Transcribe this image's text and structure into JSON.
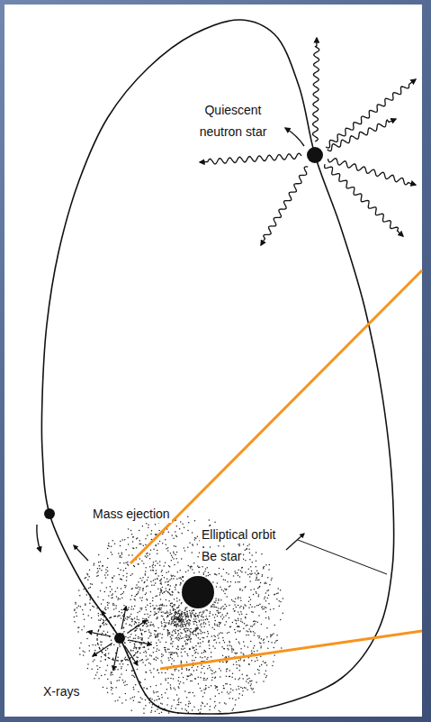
{
  "diagram": {
    "labels": [
      "Quiescent neutron star",
      "Elliptical orbit",
      "Mass ejection",
      "Be star",
      "X-rays"
    ]
  }
}
